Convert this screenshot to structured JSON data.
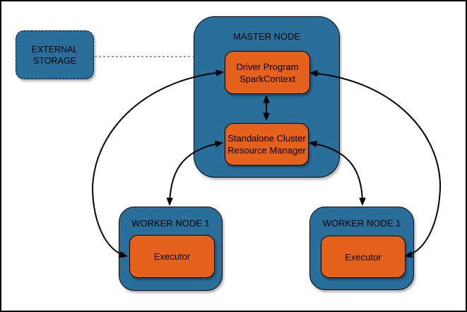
{
  "diagram": {
    "external_storage": {
      "line1": "EXTERNAL",
      "line2": "STORAGE"
    },
    "master_node": {
      "title": "MASTER NODE",
      "driver_program": {
        "line1": "Driver Program",
        "line2": "SparkContext"
      },
      "resource_manager": {
        "line1": "Standalone Cluster",
        "line2": "Resource Manager"
      }
    },
    "workers": [
      {
        "title": "WORKER NODE 1",
        "executor_label": "Executor"
      },
      {
        "title": "WORKER NODE 1",
        "executor_label": "Executor"
      }
    ],
    "colors": {
      "node_fill": "#2A6E9B",
      "component_fill": "#E5611C",
      "border": "#000000",
      "arrow": "#000000",
      "dashed_connector": "#999999",
      "background": "#FFFFFF"
    }
  }
}
